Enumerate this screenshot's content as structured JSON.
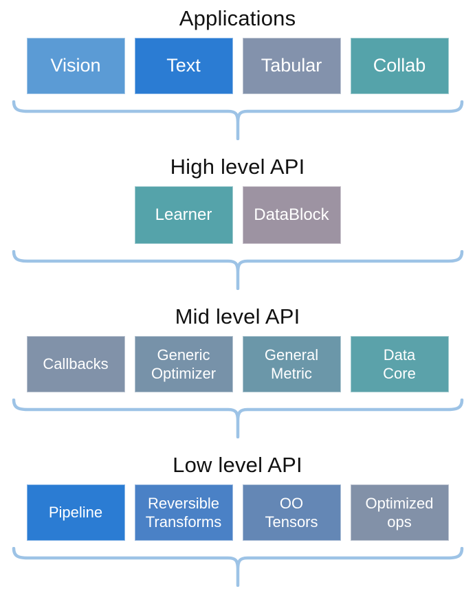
{
  "colors": {
    "brace": "#9DC3E6",
    "title_text": "#111111",
    "box_text": "#FFFFFF"
  },
  "sections": [
    {
      "title": "Applications",
      "boxes": [
        {
          "label": "Vision",
          "color": "#5B9BD5"
        },
        {
          "label": "Text",
          "color": "#2B7CD3"
        },
        {
          "label": "Tabular",
          "color": "#8392AC"
        },
        {
          "label": "Collab",
          "color": "#55A3AA"
        }
      ]
    },
    {
      "title": "High level API",
      "boxes": [
        {
          "label": "Learner",
          "color": "#55A3AA"
        },
        {
          "label": "DataBlock",
          "color": "#9D93A2"
        }
      ]
    },
    {
      "title": "Mid level API",
      "boxes": [
        {
          "label": "Callbacks",
          "color": "#8192A9"
        },
        {
          "label": "Generic\nOptimizer",
          "color": "#7792A9"
        },
        {
          "label": "General\nMetric",
          "color": "#6B97A9"
        },
        {
          "label": "Data\nCore",
          "color": "#5BA2AA"
        }
      ]
    },
    {
      "title": "Low level API",
      "boxes": [
        {
          "label": "Pipeline",
          "color": "#2B7CD3"
        },
        {
          "label": "Reversible\nTransforms",
          "color": "#4A81C6"
        },
        {
          "label": "OO\nTensors",
          "color": "#6487B5"
        },
        {
          "label": "Optimized\nops",
          "color": "#8291A8"
        }
      ]
    }
  ]
}
